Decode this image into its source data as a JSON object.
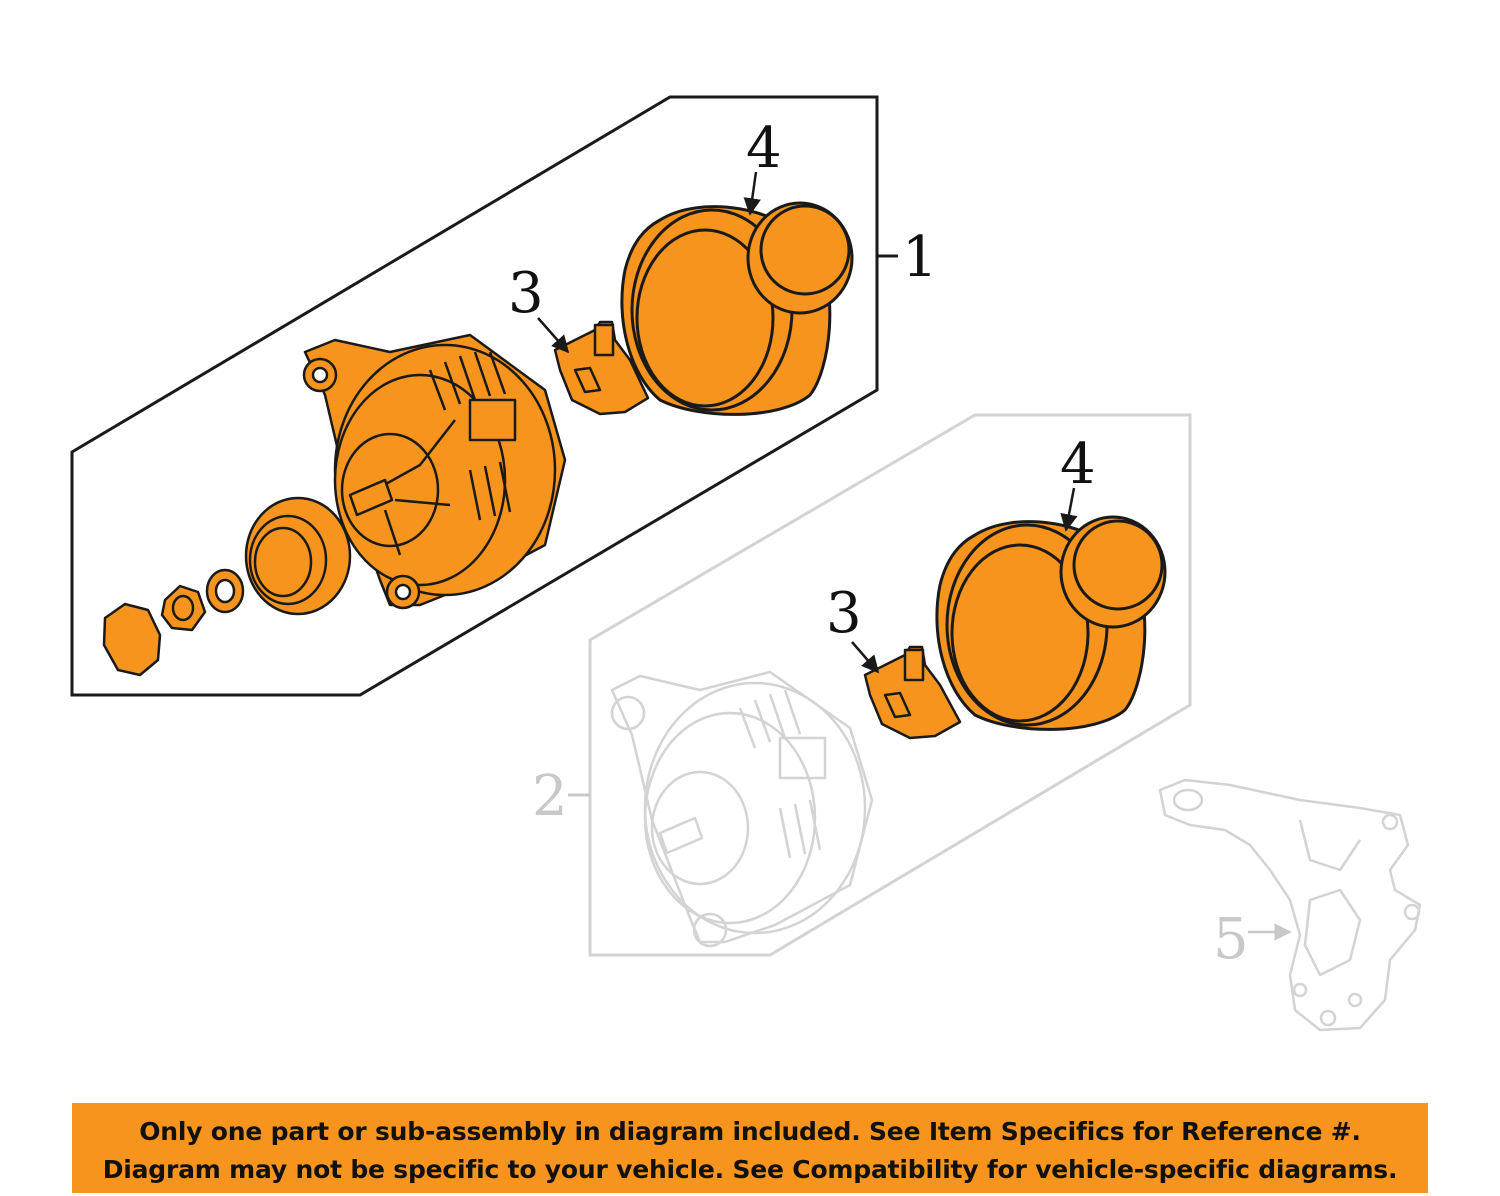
{
  "callouts": {
    "c1": "1",
    "c2": "2",
    "c3_top": "3",
    "c3_bottom": "3",
    "c4_top": "4",
    "c4_bottom": "4",
    "c5": "5"
  },
  "colors": {
    "highlight": "#f7941d",
    "outline": "#1a1a1a",
    "ghost": "#d3d3d3",
    "banner": "#f7941d"
  },
  "notice": {
    "line1": "Only one part or sub-assembly in diagram included. See Item Specifics for Reference #.",
    "line2": "Diagram may not be specific to your vehicle. See Compatibility for vehicle-specific diagrams."
  }
}
